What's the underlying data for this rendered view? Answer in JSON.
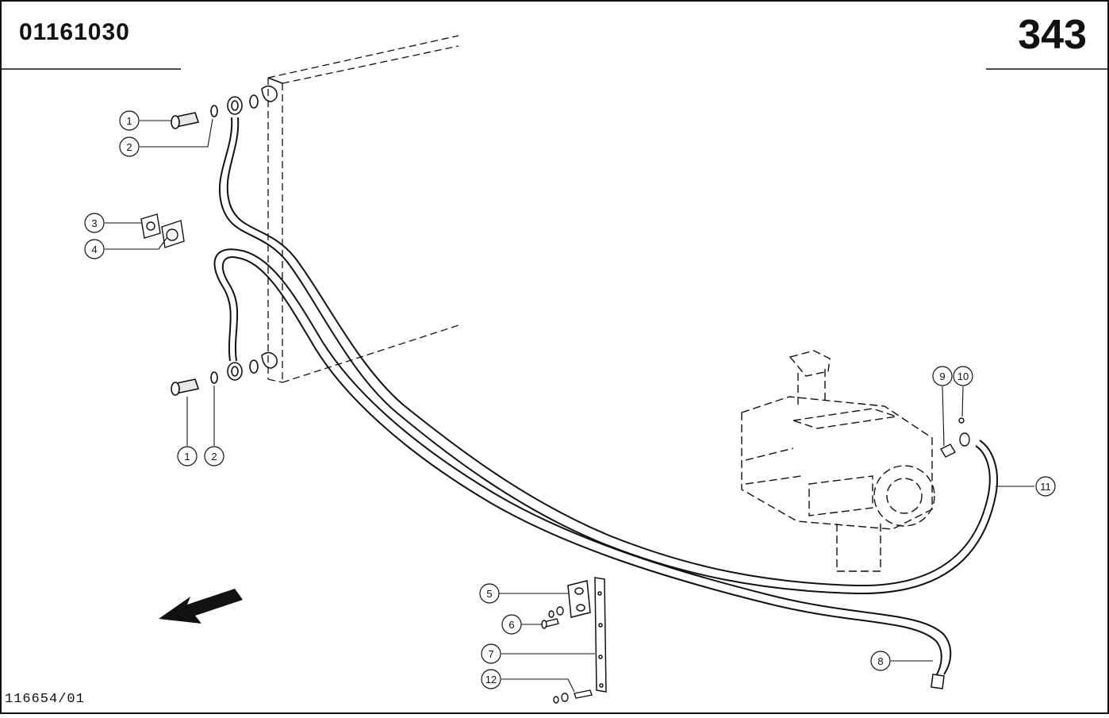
{
  "header": {
    "document_number": "01161030",
    "page_number": "343"
  },
  "footer": {
    "reference_code": "116654/01"
  },
  "callouts": [
    {
      "id": "c1a",
      "label": "1"
    },
    {
      "id": "c2a",
      "label": "2"
    },
    {
      "id": "c3",
      "label": "3"
    },
    {
      "id": "c4",
      "label": "4"
    },
    {
      "id": "c1b",
      "label": "1"
    },
    {
      "id": "c2b",
      "label": "2"
    },
    {
      "id": "c5",
      "label": "5"
    },
    {
      "id": "c6",
      "label": "6"
    },
    {
      "id": "c7",
      "label": "7"
    },
    {
      "id": "c12",
      "label": "12"
    },
    {
      "id": "c8",
      "label": "8"
    },
    {
      "id": "c9",
      "label": "9"
    },
    {
      "id": "c10",
      "label": "10"
    },
    {
      "id": "c11",
      "label": "11"
    }
  ]
}
